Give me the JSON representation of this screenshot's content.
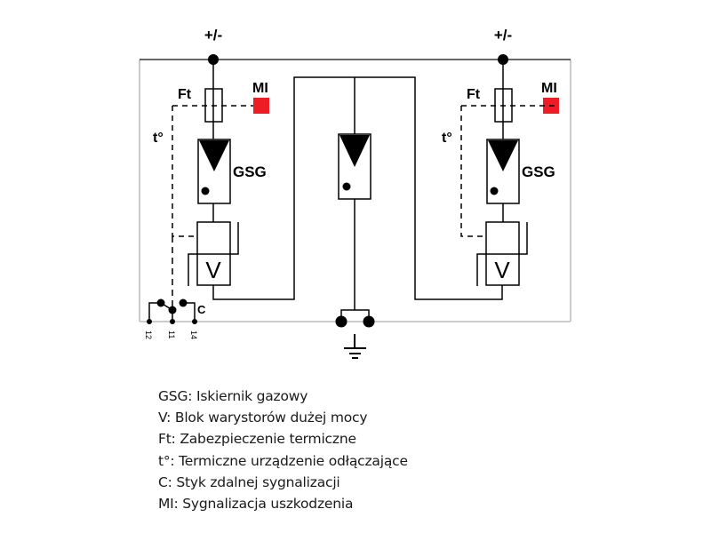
{
  "diagram": {
    "terminal_labels": {
      "left": "+/-",
      "right": "+/-"
    },
    "left_module": {
      "fuse_label": "Ft",
      "indicator_label": "MI",
      "thermal_label": "t°",
      "gsg_label": "GSG",
      "varistor_label": "V"
    },
    "right_module": {
      "fuse_label": "Ft",
      "indicator_label": "MI",
      "thermal_label": "t°",
      "gsg_label": "GSG",
      "varistor_label": "V"
    },
    "contact": {
      "label": "C",
      "pins": [
        "12",
        "11",
        "14"
      ]
    },
    "colors": {
      "indicator": "#ee1c24",
      "frame": "#bbbbbb",
      "wire": "#000000"
    }
  },
  "legend": [
    "GSG: Iskiernik gazowy",
    "V: Blok warystorów dużej mocy",
    "Ft: Zabezpieczenie termiczne",
    "t°: Termiczne urządzenie odłączające",
    "C: Styk zdalnej sygnalizacji",
    "MI: Sygnalizacja uszkodzenia"
  ]
}
